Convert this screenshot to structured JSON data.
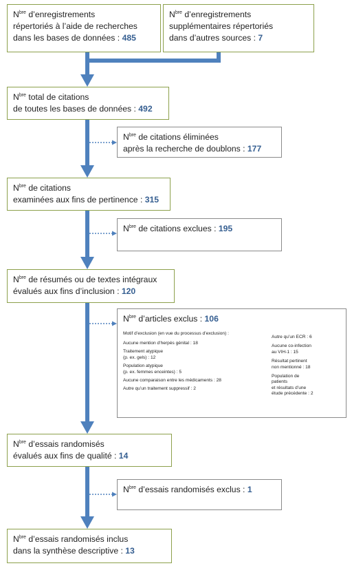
{
  "colors": {
    "main_border": "#8ca04b",
    "side_border": "#8a8a8a",
    "arrow": "#4f81bd",
    "number": "#365f91"
  },
  "nbre": {
    "n": "N",
    "sup": "bre"
  },
  "boxes": {
    "db_records": {
      "l1": "d’enregistrements",
      "l2": "répertoriés à l’aide de recherches",
      "l3": "dans les bases de données : ",
      "num": "485"
    },
    "other_records": {
      "l1": "d’enregistrements",
      "l2": "supplémentaires répertoriés",
      "l3": "dans d’autres sources : ",
      "num": "7"
    },
    "total": {
      "l1": "total de citations",
      "l2": "de toutes les bases de données : ",
      "num": "492"
    },
    "duplicates": {
      "l1": "de citations éliminées",
      "l2": "après la recherche de doublons : ",
      "num": "177"
    },
    "screened": {
      "l1": "de citations",
      "l2": "examinées aux fins de pertinence : ",
      "num": "315"
    },
    "excluded_citations": {
      "l1": "de citations exclues : ",
      "num": "195"
    },
    "fulltext": {
      "l1": "de résumés ou de textes intégraux",
      "l2": "évalués aux fins d’inclusion : ",
      "num": "120"
    },
    "excluded_articles": {
      "l1": "d’articles exclus : ",
      "num": "106",
      "reason_header": "Motif d’exclusion (en vue du processus d’exclusion) :",
      "left": {
        "r1": "Aucune mention d’herpès génital : 18",
        "r2a": "Traitement atypique",
        "r2b": "(p. ex. gels) : 12",
        "r3a": "Population atypique",
        "r3b": "(p. ex. femmes enceintes) : 5",
        "r4": "Aucune comparaison entre les médicaments : 28",
        "r5": "Autre qu’un traitement suppressif : 2"
      },
      "right": {
        "r1": "Autre qu’un ECR : 6",
        "r2a": "Aucune co-infection",
        "r2b": "au VIH-1 : 15",
        "r3a": "Résultat pertinent",
        "r3b": "non mentionné : 18",
        "r4a": "Population de",
        "r4b": "patients",
        "r4c": "et résultats d’une",
        "r4d": "étude précédente : 2"
      }
    },
    "rct_quality": {
      "l1": "d’essais randomisés",
      "l2": "évalués aux fins de qualité : ",
      "num": "14"
    },
    "rct_excluded": {
      "l1": "d’essais randomisés exclus : ",
      "num": "1"
    },
    "rct_included": {
      "l1": "d’essais randomisés inclus",
      "l2": "dans la synthèse descriptive : ",
      "num": "13"
    }
  }
}
